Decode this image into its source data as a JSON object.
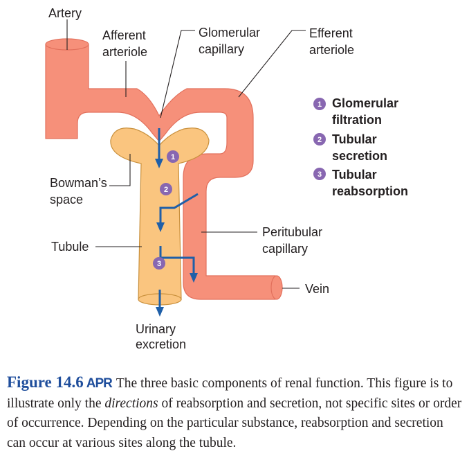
{
  "labels": {
    "artery": "Artery",
    "afferent_1": "Afferent",
    "afferent_2": "arteriole",
    "glomerular_1": "Glomerular",
    "glomerular_2": "capillary",
    "efferent_1": "Efferent",
    "efferent_2": "arteriole",
    "bowman_1": "Bowman’s",
    "bowman_2": "space",
    "tubule": "Tubule",
    "peritubular_1": "Peritubular",
    "peritubular_2": "capillary",
    "vein": "Vein",
    "urinary_1": "Urinary",
    "urinary_2": "excretion"
  },
  "markers": {
    "m1": "1",
    "m2": "2",
    "m3": "3"
  },
  "legend": [
    {
      "num": "1",
      "line1": "Glomerular",
      "line2": "filtration"
    },
    {
      "num": "2",
      "line1": "Tubular",
      "line2": "secretion"
    },
    {
      "num": "3",
      "line1": "Tubular",
      "line2": "reabsorption"
    }
  ],
  "caption": {
    "figure_number": "Figure 14.6",
    "badge": "APR",
    "text": "The three basic components of renal function. This figure is to illustrate only the ",
    "italic": "directions",
    "text_after": " of reabsorption and secretion, not specific sites or order of occurrence. Depending on the particular substance, reabsorption and secretion can occur at various sites along the tubule."
  },
  "colors": {
    "vessel": "#f6907a",
    "tubule": "#fac57f",
    "flow_arrow": "#1f5fa8",
    "marker": "#8867b1",
    "caption_accent": "#1f4e9c"
  }
}
